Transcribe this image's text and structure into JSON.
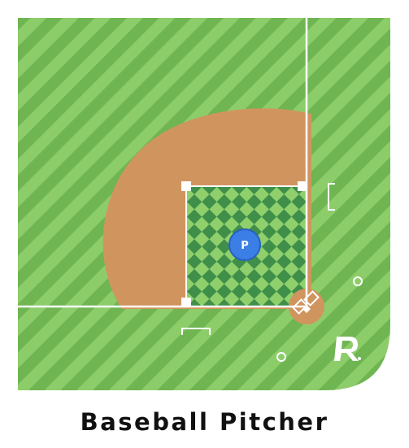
{
  "diagram": {
    "title": "Baseball Pitcher",
    "player": {
      "label": "P",
      "role": "Pitcher"
    },
    "logo": {
      "letter": "R"
    },
    "colors": {
      "grass_light": "#8ccd6a",
      "grass_dark": "#6fb552",
      "infield_grass_light": "#8fd06c",
      "infield_grass_dark": "#3f8f4a",
      "dirt": "#d0955e",
      "lines": "#ffffff",
      "player_fill": "#3a7ee6",
      "player_stroke": "#2a5fc0",
      "caption_text": "#111111"
    }
  }
}
